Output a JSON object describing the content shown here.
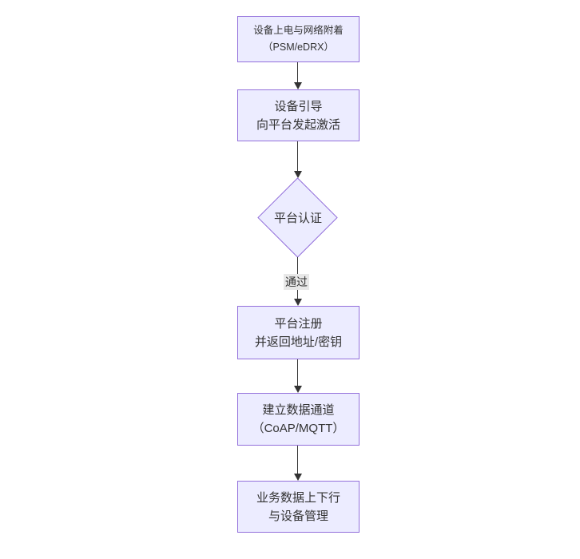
{
  "diagram": {
    "type": "flowchart-vertical",
    "colors": {
      "background": "#ffffff",
      "node_fill": "#ECECFF",
      "node_border": "#9370DB",
      "line_color": "#333333",
      "text_color": "#333333",
      "edge_label_bg": "#e8e8e8"
    },
    "nodes": [
      {
        "id": "n1",
        "shape": "rect",
        "lines": [
          "设备上电与网络附着",
          "（PSM/eDRX）"
        ]
      },
      {
        "id": "n2",
        "shape": "rect",
        "lines": [
          "设备引导",
          "向平台发起激活"
        ]
      },
      {
        "id": "n3",
        "shape": "diamond",
        "lines": [
          "平台认证"
        ]
      },
      {
        "id": "n4",
        "shape": "rect",
        "lines": [
          "平台注册",
          "并返回地址/密钥"
        ]
      },
      {
        "id": "n5",
        "shape": "rect",
        "lines": [
          "建立数据通道",
          "（CoAP/MQTT）"
        ]
      },
      {
        "id": "n6",
        "shape": "rect",
        "lines": [
          "业务数据上下行",
          "与设备管理"
        ]
      }
    ],
    "edges": [
      {
        "from": "n1",
        "to": "n2",
        "label": ""
      },
      {
        "from": "n2",
        "to": "n3",
        "label": ""
      },
      {
        "from": "n3",
        "to": "n4",
        "label": "通过"
      },
      {
        "from": "n4",
        "to": "n5",
        "label": ""
      },
      {
        "from": "n5",
        "to": "n6",
        "label": ""
      }
    ]
  }
}
